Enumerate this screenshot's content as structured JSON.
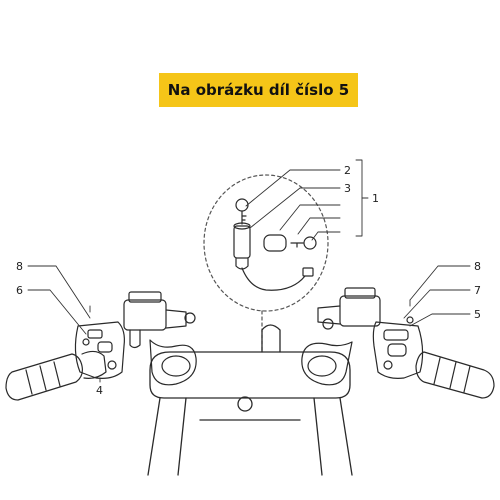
{
  "banner": {
    "text": "Na obrázku díl číslo 5",
    "background": "#f5c518"
  },
  "callouts": {
    "c1": "1",
    "c2": "2",
    "c3": "3",
    "c4": "4",
    "c5": "5",
    "c6": "6",
    "c7": "7",
    "c8_left": "8",
    "c8_right": "8"
  },
  "icons": [
    "handlebar-drawing",
    "ignition-lock-kit-drawing",
    "left-switch-drawing",
    "right-switch-drawing"
  ]
}
